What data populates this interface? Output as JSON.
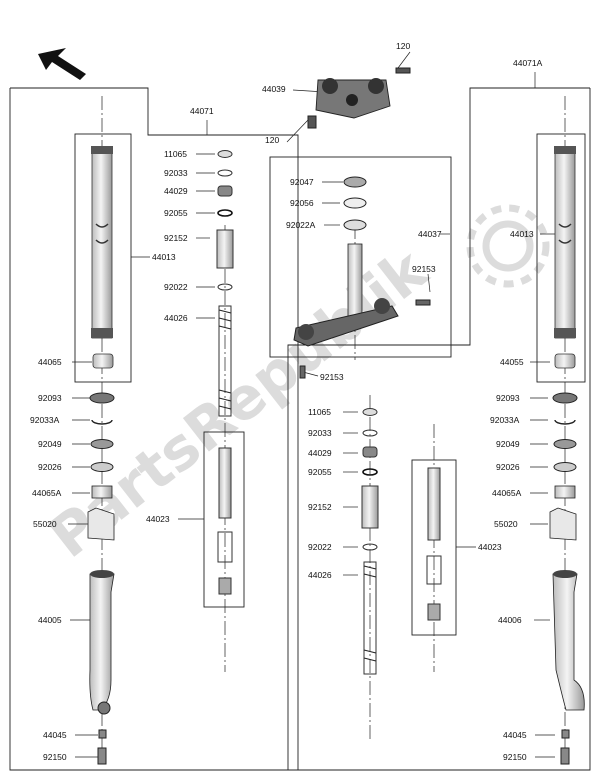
{
  "watermark": "PartsRepublik",
  "labels": {
    "p120a": "120",
    "p44039": "44039",
    "p120b": "120",
    "p44071": "44071",
    "p44071a": "44071A",
    "l11065": "11065",
    "l92033": "92033",
    "l44029": "44029",
    "l92055": "92055",
    "l92152": "92152",
    "l92022": "92022",
    "l44026": "44026",
    "l44013": "44013",
    "l44065": "44065",
    "l92093": "92093",
    "l92033a": "92033A",
    "l92049": "92049",
    "l92026": "92026",
    "l44065a": "44065A",
    "l55020": "55020",
    "l44023": "44023",
    "l44005": "44005",
    "l44045": "44045",
    "l92150": "92150",
    "c92047": "92047",
    "c92056": "92056",
    "c92022a": "92022A",
    "c44037": "44037",
    "c92153a": "92153",
    "c92153b": "92153",
    "m11065": "11065",
    "m92033": "92033",
    "m44029": "44029",
    "m92055": "92055",
    "m92152": "92152",
    "m92022": "92022",
    "m44026": "44026",
    "m44023": "44023",
    "r44013": "44013",
    "r44055": "44055",
    "r92093": "92093",
    "r92033a": "92033A",
    "r92049": "92049",
    "r92026": "92026",
    "r44065a": "44065A",
    "r55020": "55020",
    "r44006": "44006",
    "r44045": "44045",
    "r92150": "92150"
  }
}
